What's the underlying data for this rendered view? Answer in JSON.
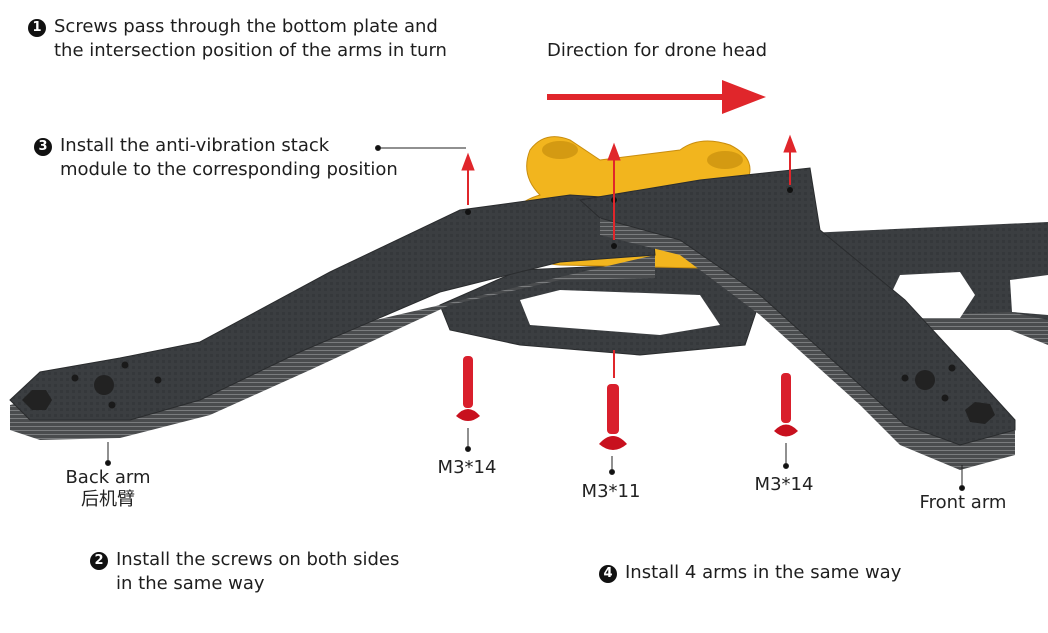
{
  "steps": [
    {
      "number": "1",
      "lines": [
        "Screws pass through the bottom plate and",
        "the intersection position of the arms in turn"
      ]
    },
    {
      "number": "2",
      "lines": [
        "Install the screws on both sides",
        "in the same way"
      ]
    },
    {
      "number": "3",
      "lines": [
        "Install the anti-vibration stack",
        "module to the corresponding position"
      ]
    },
    {
      "number": "4",
      "lines": [
        "Install 4 arms in the same way"
      ]
    }
  ],
  "direction_label": "Direction for drone head",
  "labels": {
    "back_arm": "Back arm",
    "back_arm_cn": "后机臂",
    "front_arm": "Front arm",
    "screw_left": "M3*14",
    "screw_center": "M3*11",
    "screw_right": "M3*14"
  },
  "colors": {
    "accent_red": "#e0262b",
    "carbon": "#3a3d40",
    "stack_yellow": "#f2b51e"
  }
}
